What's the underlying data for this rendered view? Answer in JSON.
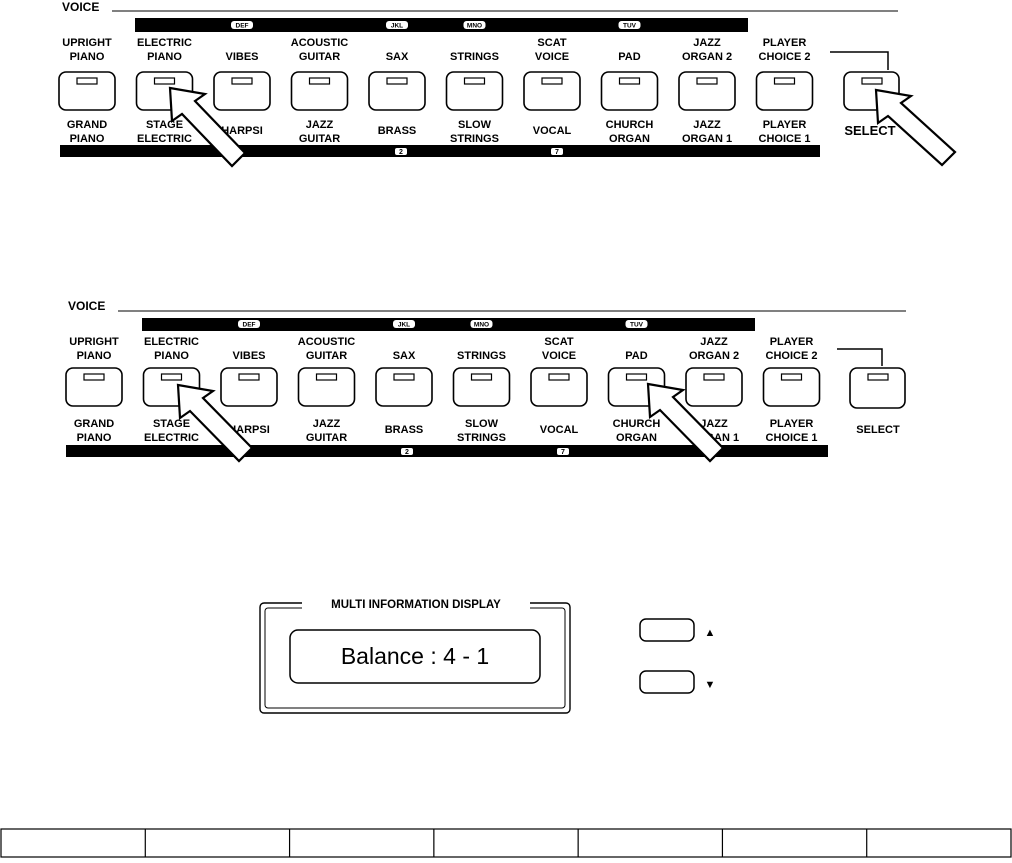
{
  "panel_a": {
    "heading": "VOICE",
    "buttons": [
      {
        "top": [
          "UPRIGHT",
          "PIANO"
        ],
        "bottom": [
          "GRAND",
          "PIANO"
        ],
        "pill": ""
      },
      {
        "top": [
          "ELECTRIC",
          "PIANO"
        ],
        "bottom": [
          "STAGE",
          "ELECTRIC"
        ],
        "pill": ""
      },
      {
        "top": [
          "VIBES"
        ],
        "bottom": [
          "HARPSI"
        ],
        "pill": "DEF"
      },
      {
        "top": [
          "ACOUSTIC",
          "GUITAR"
        ],
        "bottom": [
          "JAZZ",
          "GUITAR"
        ],
        "pill": ""
      },
      {
        "top": [
          "SAX"
        ],
        "bottom": [
          "BRASS"
        ],
        "pill": "JKL"
      },
      {
        "top": [
          "STRINGS"
        ],
        "bottom": [
          "SLOW",
          "STRINGS"
        ],
        "pill": "MNO"
      },
      {
        "top": [
          "SCAT",
          "VOICE"
        ],
        "bottom": [
          "VOCAL"
        ],
        "pill": ""
      },
      {
        "top": [
          "PAD"
        ],
        "bottom": [
          "CHURCH",
          "ORGAN"
        ],
        "pill": "TUV"
      },
      {
        "top": [
          "JAZZ",
          "ORGAN 2"
        ],
        "bottom": [
          "JAZZ",
          "ORGAN 1"
        ],
        "pill": ""
      },
      {
        "top": [
          "PLAYER",
          "CHOICE 2"
        ],
        "bottom": [
          "PLAYER",
          "CHOICE 1"
        ],
        "pill": ""
      }
    ],
    "select_label": "SELECT"
  },
  "panel_b": {
    "heading": "VOICE",
    "buttons": [
      {
        "top": [
          "UPRIGHT",
          "PIANO"
        ],
        "bottom": [
          "GRAND",
          "PIANO"
        ],
        "pill": ""
      },
      {
        "top": [
          "ELECTRIC",
          "PIANO"
        ],
        "bottom": [
          "STAGE",
          "ELECTRIC"
        ],
        "pill": ""
      },
      {
        "top": [
          "VIBES"
        ],
        "bottom": [
          "HARPSI"
        ],
        "pill": "DEF"
      },
      {
        "top": [
          "ACOUSTIC",
          "GUITAR"
        ],
        "bottom": [
          "JAZZ",
          "GUITAR"
        ],
        "pill": ""
      },
      {
        "top": [
          "SAX"
        ],
        "bottom": [
          "BRASS"
        ],
        "pill": "JKL"
      },
      {
        "top": [
          "STRINGS"
        ],
        "bottom": [
          "SLOW",
          "STRINGS"
        ],
        "pill": "MNO"
      },
      {
        "top": [
          "SCAT",
          "VOICE"
        ],
        "bottom": [
          "VOCAL"
        ],
        "pill": ""
      },
      {
        "top": [
          "PAD"
        ],
        "bottom": [
          "CHURCH",
          "ORGAN"
        ],
        "pill": "TUV"
      },
      {
        "top": [
          "JAZZ",
          "ORGAN 2"
        ],
        "bottom": [
          "JAZZ",
          "ORGAN 1"
        ],
        "pill": ""
      },
      {
        "top": [
          "PLAYER",
          "CHOICE 2"
        ],
        "bottom": [
          "PLAYER",
          "CHOICE 1"
        ],
        "pill": ""
      }
    ],
    "select_label": "SELECT"
  },
  "display": {
    "title": "MULTI INFORMATION DISPLAY",
    "value": "Balance : 4 - 1",
    "up_glyph": "▲",
    "down_glyph": "▼"
  },
  "bottom_table": {
    "cells": [
      "",
      "",
      "",
      "",
      "",
      "",
      ""
    ]
  }
}
